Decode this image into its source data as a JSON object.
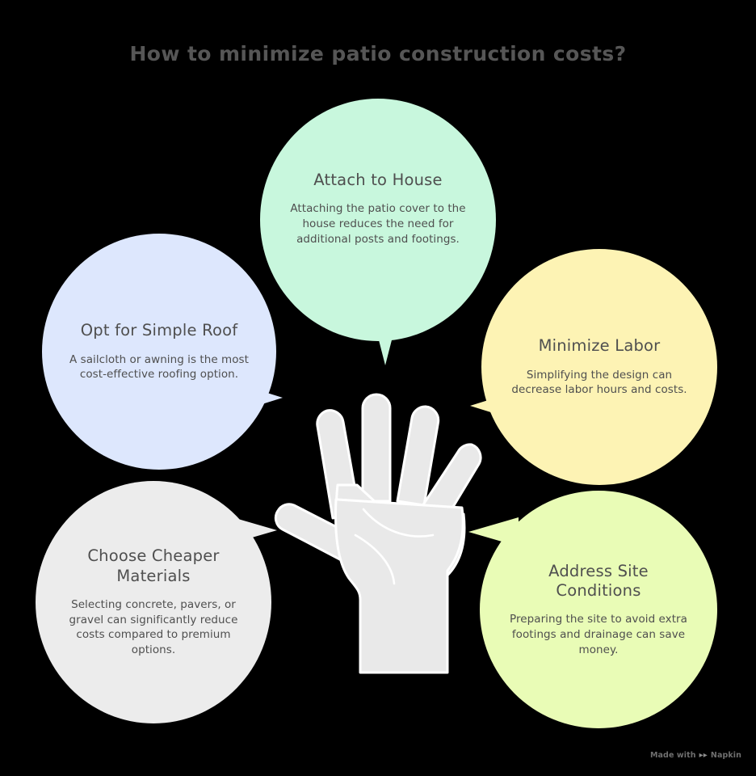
{
  "title": "How to minimize patio construction costs?",
  "theme": {
    "background": "#000000",
    "title_color": "#565656",
    "text_color": "#4f4f4f",
    "hand_color": "#e9e9e9"
  },
  "center_graphic": {
    "icon": "open-hand-five-fingers",
    "color": "#e9e9e9"
  },
  "bubbles": [
    {
      "id": "attach-to-house",
      "position": "top",
      "title": "Attach to House",
      "body": "Attaching the patio cover to the house reduces the need for additional posts and footings.",
      "color": "#c8f7dd",
      "tail": "down"
    },
    {
      "id": "opt-for-simple-roof",
      "position": "left",
      "title": "Opt for Simple Roof",
      "body": "A sailcloth or awning is the most cost-effective roofing option.",
      "color": "#dde7fd",
      "tail": "right"
    },
    {
      "id": "minimize-labor",
      "position": "right",
      "title": "Minimize Labor",
      "body": "Simplifying the design can decrease labor hours and costs.",
      "color": "#fdf3b4",
      "tail": "left"
    },
    {
      "id": "choose-cheaper-materials",
      "position": "bottom-left",
      "title": "Choose Cheaper Materials",
      "body": "Selecting concrete, pavers, or gravel can significantly reduce costs compared to premium options.",
      "color": "#ececec",
      "tail": "right"
    },
    {
      "id": "address-site-conditions",
      "position": "bottom-right",
      "title": "Address Site Conditions",
      "body": "Preparing the site to avoid extra footings and drainage can save money.",
      "color": "#e9fcb6",
      "tail": "left"
    }
  ],
  "watermark": {
    "prefix": "Made with",
    "logo": "napkin-play-icon",
    "brand": "Napkin"
  }
}
